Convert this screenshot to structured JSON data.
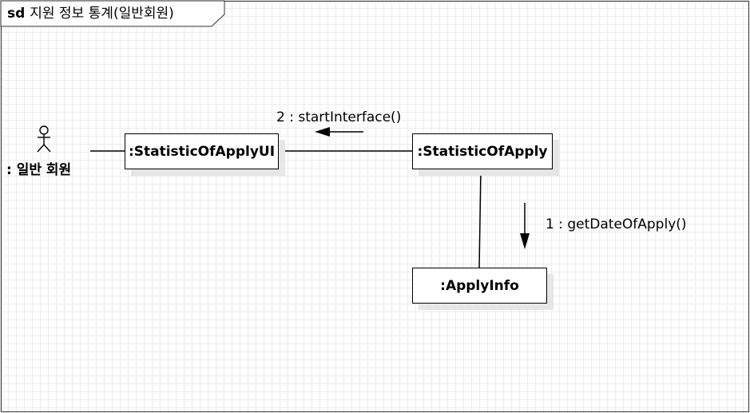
{
  "frame": {
    "keyword": "sd",
    "title": "지원 정보 통계(일반회원)"
  },
  "actor": {
    "label": ": 일반 회원",
    "icon": "stick-figure-icon"
  },
  "lifelines": [
    {
      "label": ":StatisticOfApplyUI"
    },
    {
      "label": ":StatisticOfApply"
    },
    {
      "label": ":ApplyInfo"
    }
  ],
  "messages": [
    {
      "text": "2 : startInterface()",
      "direction": "left"
    },
    {
      "text": "1 : getDateOfApply()",
      "direction": "down"
    }
  ],
  "colors": {
    "line": "#000000",
    "grid": "#ececec",
    "shadow": "#e6e6e6"
  }
}
